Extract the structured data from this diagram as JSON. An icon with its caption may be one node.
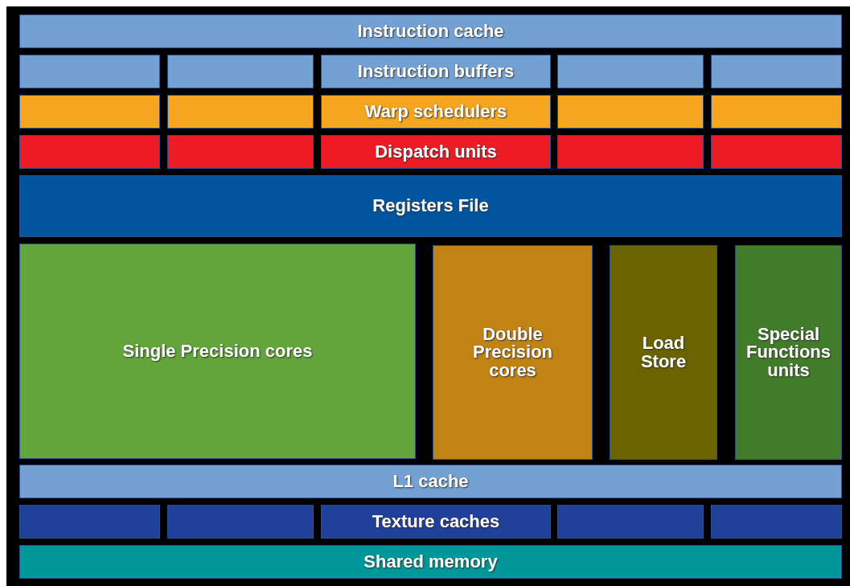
{
  "diagram": {
    "nodes": [
      {
        "text": [
          "Instruction cache"
        ]
      },
      {
        "text": [],
        "shape": "box"
      },
      {
        "text": [],
        "shape": "box"
      },
      {
        "text": [
          "Instruction buffers"
        ]
      },
      {
        "text": [],
        "shape": "box"
      },
      {
        "text": [],
        "shape": "box"
      },
      {
        "text": [],
        "shape": "box"
      },
      {
        "text": [],
        "shape": "box"
      },
      {
        "text": [
          "Warp schedulers"
        ]
      },
      {
        "text": [],
        "shape": "box"
      },
      {
        "text": [],
        "shape": "box"
      },
      {
        "text": [],
        "shape": "box"
      },
      {
        "text": [],
        "shape": "box"
      },
      {
        "text": [
          "Dispatch units"
        ]
      },
      {
        "text": [],
        "shape": "box"
      },
      {
        "text": [],
        "shape": "box"
      },
      {
        "text": [
          "Registers File"
        ]
      },
      {
        "text": [
          "Single Precision cores"
        ]
      },
      {
        "text": [
          "Double Precision cores"
        ]
      },
      {
        "text": [
          "Load Store"
        ]
      },
      {
        "text": [
          "Special Functions units"
        ]
      },
      {
        "text": [
          "L1 cache"
        ]
      },
      {
        "text": [],
        "shape": "box"
      },
      {
        "text": [],
        "shape": "box"
      },
      {
        "text": [
          "Texture caches"
        ]
      },
      {
        "text": [],
        "shape": "box"
      },
      {
        "text": [],
        "shape": "box"
      },
      {
        "text": [
          "Shared memory"
        ]
      }
    ]
  }
}
